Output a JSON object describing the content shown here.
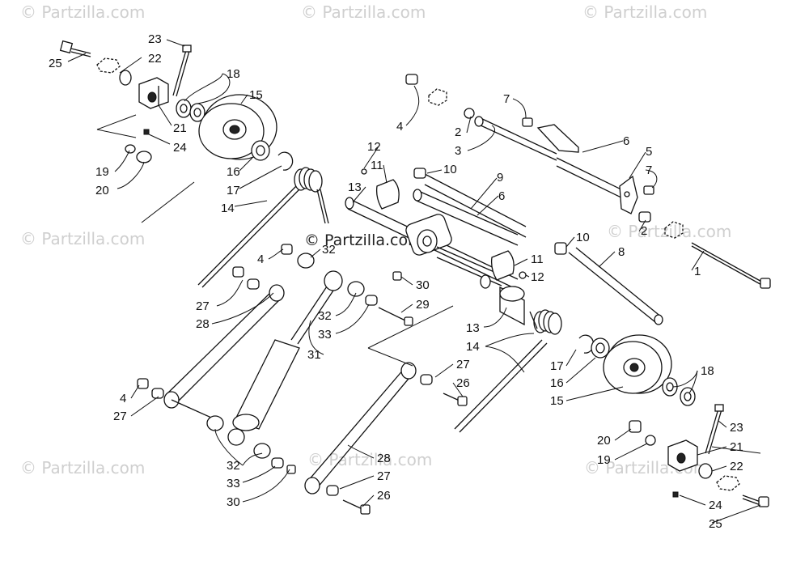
{
  "watermark": {
    "text": "© Partzilla.com",
    "center_text": "© Partzilla.com"
  },
  "callouts": [
    {
      "id": "c25a",
      "label": "25"
    },
    {
      "id": "c23a",
      "label": "23"
    },
    {
      "id": "c22a",
      "label": "22"
    },
    {
      "id": "c18a",
      "label": "18"
    },
    {
      "id": "c15a",
      "label": "15"
    },
    {
      "id": "c21a",
      "label": "21"
    },
    {
      "id": "c24a",
      "label": "24"
    },
    {
      "id": "c19a",
      "label": "19"
    },
    {
      "id": "c20a",
      "label": "20"
    },
    {
      "id": "c16a",
      "label": "16"
    },
    {
      "id": "c17a",
      "label": "17"
    },
    {
      "id": "c14a",
      "label": "14"
    },
    {
      "id": "c4a",
      "label": "4"
    },
    {
      "id": "c12a",
      "label": "12"
    },
    {
      "id": "c11a",
      "label": "11"
    },
    {
      "id": "c13a",
      "label": "13"
    },
    {
      "id": "c2a",
      "label": "2"
    },
    {
      "id": "c3",
      "label": "3"
    },
    {
      "id": "c7a",
      "label": "7"
    },
    {
      "id": "c6a",
      "label": "6"
    },
    {
      "id": "c5",
      "label": "5"
    },
    {
      "id": "c7b",
      "label": "7"
    },
    {
      "id": "c10a",
      "label": "10"
    },
    {
      "id": "c9",
      "label": "9"
    },
    {
      "id": "c6b",
      "label": "6"
    },
    {
      "id": "c2b",
      "label": "2"
    },
    {
      "id": "c10b",
      "label": "10"
    },
    {
      "id": "c8",
      "label": "8"
    },
    {
      "id": "c1",
      "label": "1"
    },
    {
      "id": "c11b",
      "label": "11"
    },
    {
      "id": "c12b",
      "label": "12"
    },
    {
      "id": "c4b",
      "label": "4"
    },
    {
      "id": "c32a",
      "label": "32"
    },
    {
      "id": "c27a",
      "label": "27"
    },
    {
      "id": "c28a",
      "label": "28"
    },
    {
      "id": "c30a",
      "label": "30"
    },
    {
      "id": "c29",
      "label": "29"
    },
    {
      "id": "c32b",
      "label": "32"
    },
    {
      "id": "c33a",
      "label": "33"
    },
    {
      "id": "c31",
      "label": "31"
    },
    {
      "id": "c13b",
      "label": "13"
    },
    {
      "id": "c14b",
      "label": "14"
    },
    {
      "id": "c17b",
      "label": "17"
    },
    {
      "id": "c16b",
      "label": "16"
    },
    {
      "id": "c15b",
      "label": "15"
    },
    {
      "id": "c18b",
      "label": "18"
    },
    {
      "id": "c27b",
      "label": "27"
    },
    {
      "id": "c26a",
      "label": "26"
    },
    {
      "id": "c4c",
      "label": "4"
    },
    {
      "id": "c27c",
      "label": "27"
    },
    {
      "id": "c20b",
      "label": "20"
    },
    {
      "id": "c19b",
      "label": "19"
    },
    {
      "id": "c23b",
      "label": "23"
    },
    {
      "id": "c21b",
      "label": "21"
    },
    {
      "id": "c22b",
      "label": "22"
    },
    {
      "id": "c32c",
      "label": "32"
    },
    {
      "id": "c33b",
      "label": "33"
    },
    {
      "id": "c30b",
      "label": "30"
    },
    {
      "id": "c28b",
      "label": "28"
    },
    {
      "id": "c27d",
      "label": "27"
    },
    {
      "id": "c26b",
      "label": "26"
    },
    {
      "id": "c24b",
      "label": "24"
    },
    {
      "id": "c25b",
      "label": "25"
    }
  ]
}
